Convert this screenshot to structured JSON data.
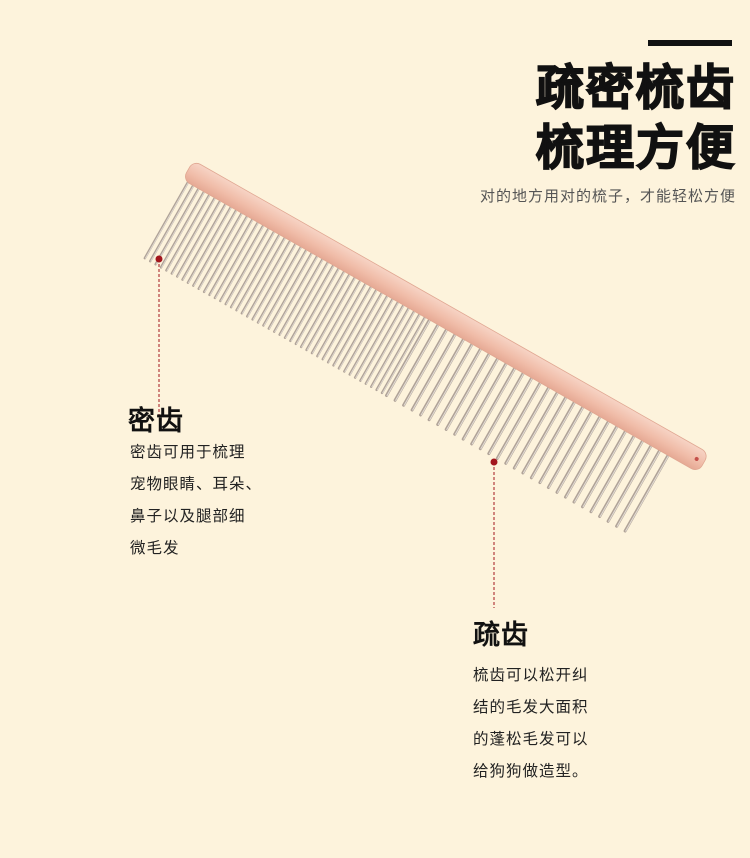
{
  "headline": {
    "line1": "疏密梳齿",
    "line2": "梳理方便"
  },
  "subtitle": "对的地方用对的梳子，才能轻松方便",
  "dense_teeth": {
    "title": "密齿",
    "lines": [
      "密齿可用于梳理",
      "宠物眼睛、耳朵、",
      "鼻子以及腿部细",
      "微毛发"
    ]
  },
  "sparse_teeth": {
    "title": "疏齿",
    "lines": [
      "梳齿可以松开纠",
      "结的毛发大面积",
      "的蓬松毛发可以",
      "给狗狗做造型。"
    ]
  },
  "colors": {
    "background": "#fdf3dc",
    "handle": "#f2c2b0",
    "tooth": "#b3a69c",
    "marker": "#a3161d"
  },
  "icons": [
    "comb-image",
    "marker-dot-icon"
  ]
}
